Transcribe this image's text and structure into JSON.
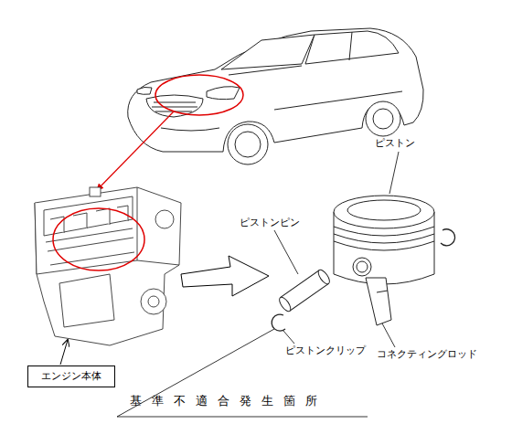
{
  "diagram": {
    "nodes": [
      {
        "text": [
          "エンジン本体"
        ]
      }
    ],
    "labels": [
      "ピストン",
      "ピストンピン",
      "ピストンクリップ",
      "コネクティングロッド",
      "基準不適合発生箇所"
    ]
  }
}
